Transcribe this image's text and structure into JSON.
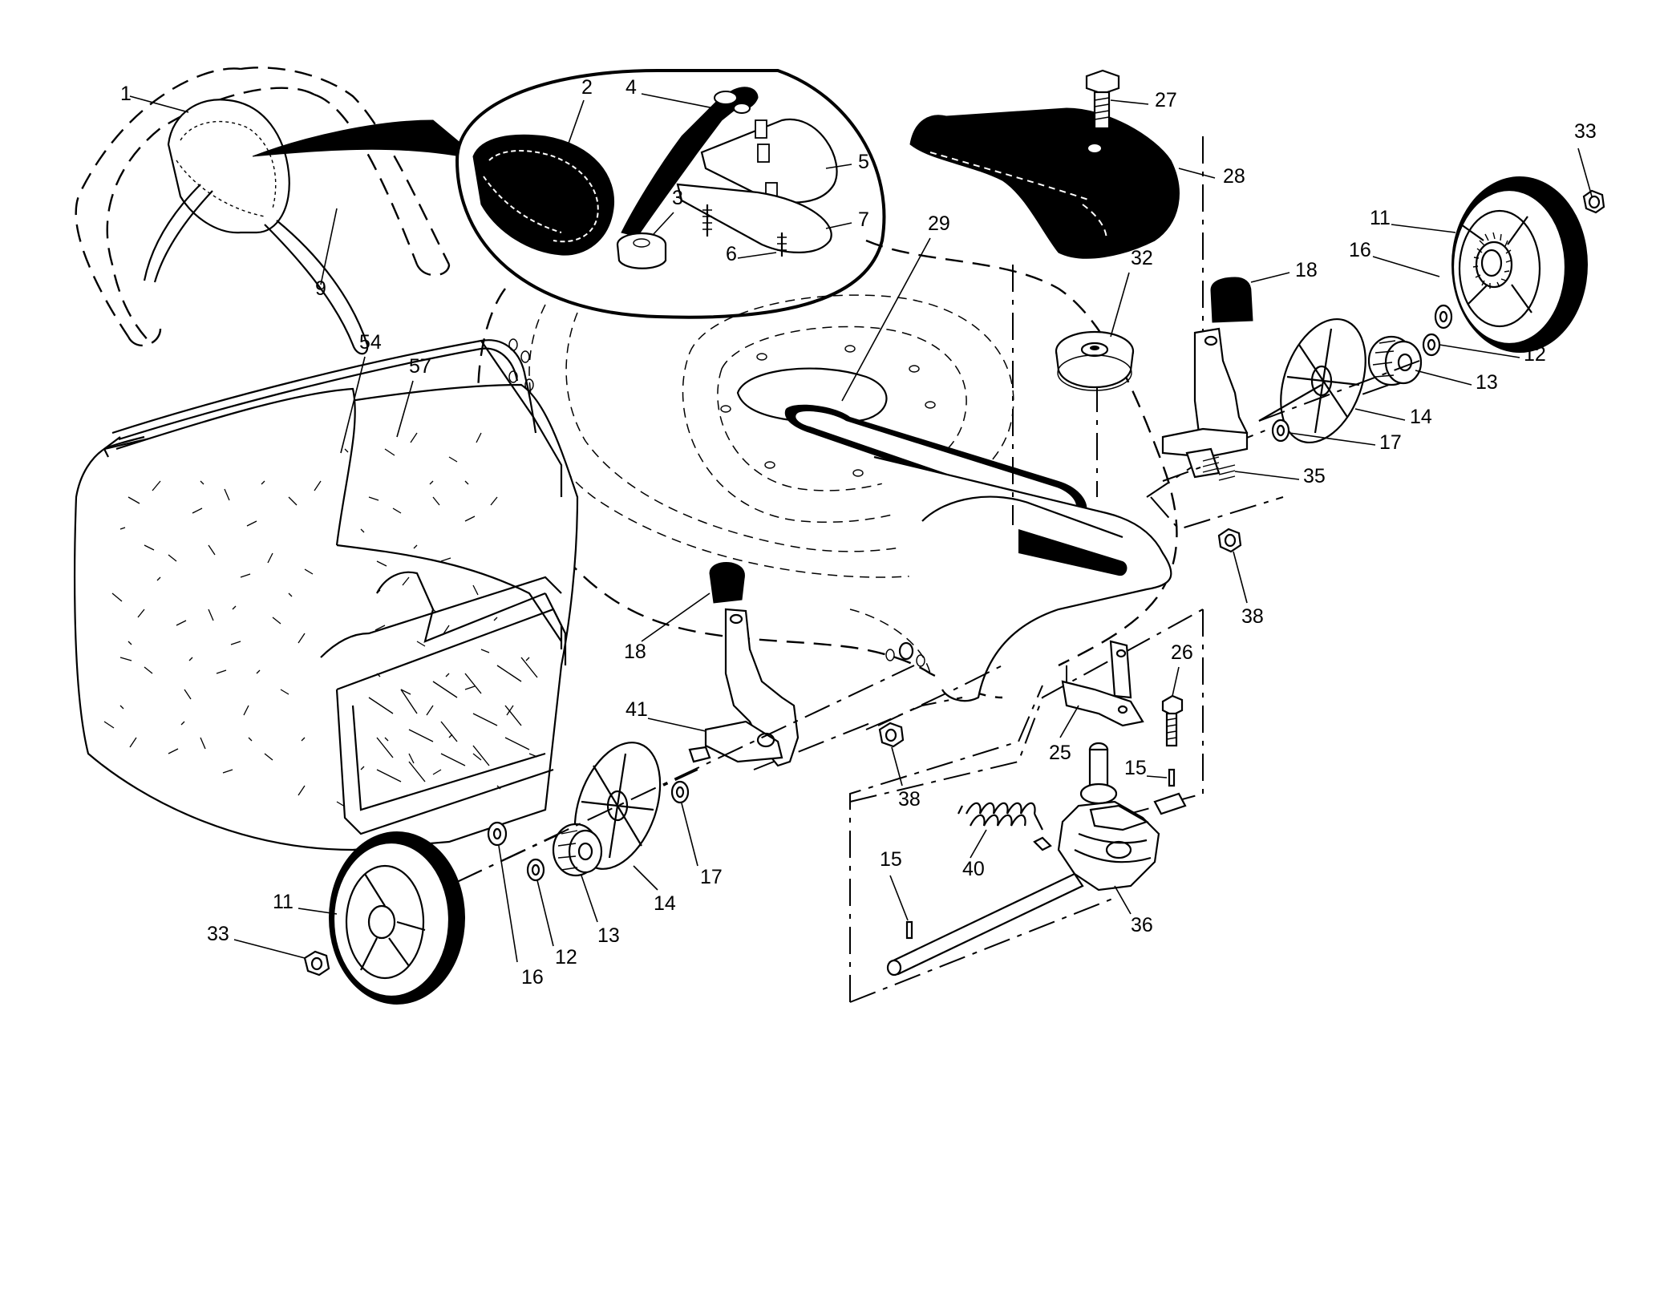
{
  "callouts": [
    {
      "id": "c1",
      "label": "1"
    },
    {
      "id": "c2",
      "label": "2"
    },
    {
      "id": "c3",
      "label": "3"
    },
    {
      "id": "c4",
      "label": "4"
    },
    {
      "id": "c5",
      "label": "5"
    },
    {
      "id": "c6",
      "label": "6"
    },
    {
      "id": "c7",
      "label": "7"
    },
    {
      "id": "c9",
      "label": "9"
    },
    {
      "id": "c27",
      "label": "27"
    },
    {
      "id": "c28",
      "label": "28"
    },
    {
      "id": "c29",
      "label": "29"
    },
    {
      "id": "c33r",
      "label": "33"
    },
    {
      "id": "c11r",
      "label": "11"
    },
    {
      "id": "c16r",
      "label": "16"
    },
    {
      "id": "c18r",
      "label": "18"
    },
    {
      "id": "c32",
      "label": "32"
    },
    {
      "id": "c12r",
      "label": "12"
    },
    {
      "id": "c13r",
      "label": "13"
    },
    {
      "id": "c14r",
      "label": "14"
    },
    {
      "id": "c17r",
      "label": "17"
    },
    {
      "id": "c35",
      "label": "35"
    },
    {
      "id": "c38r",
      "label": "38"
    },
    {
      "id": "c54",
      "label": "54"
    },
    {
      "id": "c57",
      "label": "57"
    },
    {
      "id": "c18l",
      "label": "18"
    },
    {
      "id": "c41",
      "label": "41"
    },
    {
      "id": "c26",
      "label": "26"
    },
    {
      "id": "c25",
      "label": "25"
    },
    {
      "id": "c15a",
      "label": "15"
    },
    {
      "id": "c38l",
      "label": "38"
    },
    {
      "id": "c40",
      "label": "40"
    },
    {
      "id": "c15b",
      "label": "15"
    },
    {
      "id": "c36",
      "label": "36"
    },
    {
      "id": "c14l",
      "label": "14"
    },
    {
      "id": "c17l",
      "label": "17"
    },
    {
      "id": "c13l",
      "label": "13"
    },
    {
      "id": "c12l",
      "label": "12"
    },
    {
      "id": "c16l",
      "label": "16"
    },
    {
      "id": "c11l",
      "label": "11"
    },
    {
      "id": "c33l",
      "label": "33"
    }
  ]
}
